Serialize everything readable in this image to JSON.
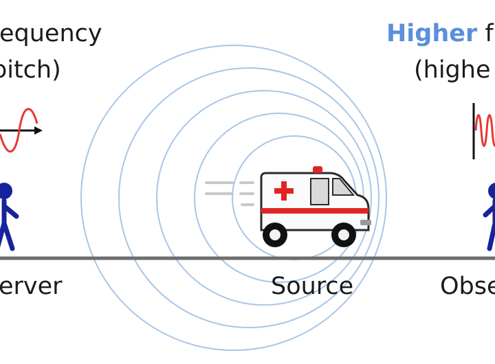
{
  "left_label": {
    "line1": "equency",
    "line2": " pitch)",
    "observer": "erver"
  },
  "right_label": {
    "emphasis": "Higher",
    "line1_rest": " fr",
    "line2": "(highe",
    "observer": "Obse"
  },
  "source": {
    "label": "Source",
    "vehicle": "ambulance-icon"
  },
  "colors": {
    "wavefront": "#a9c6e6",
    "wave": "#e53935",
    "emphasis": "#5b8fd9",
    "figure": "#17239a",
    "ground": "#6d6d6d",
    "ambulance_red": "#e02424"
  }
}
